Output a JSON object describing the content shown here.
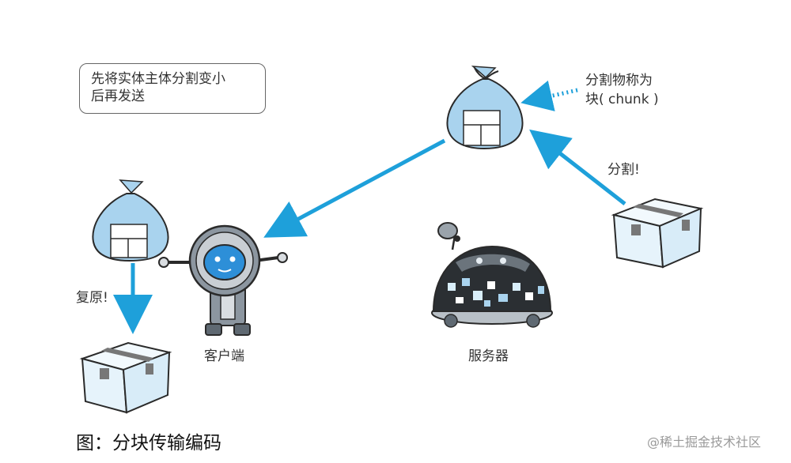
{
  "note": {
    "line1": "先将实体主体分割变小",
    "line2": "后再发送"
  },
  "labels": {
    "chunk_line1": "分割物称为",
    "chunk_line2": "块( chunk )",
    "split": "分割!",
    "restore": "复原!",
    "client": "客户端",
    "server": "服务器"
  },
  "caption": "图：分块传输编码",
  "watermark": "@稀土掘金技术社区",
  "colors": {
    "arrow": "#1ea0da",
    "bag": "#a9d3ee",
    "bag_outline": "#2a2a2a",
    "box": "#e6f3fb",
    "tape": "#777777",
    "server_dome": "#2b2f33",
    "robot_body": "#8c96a0",
    "robot_face": "#2d8fd8"
  }
}
